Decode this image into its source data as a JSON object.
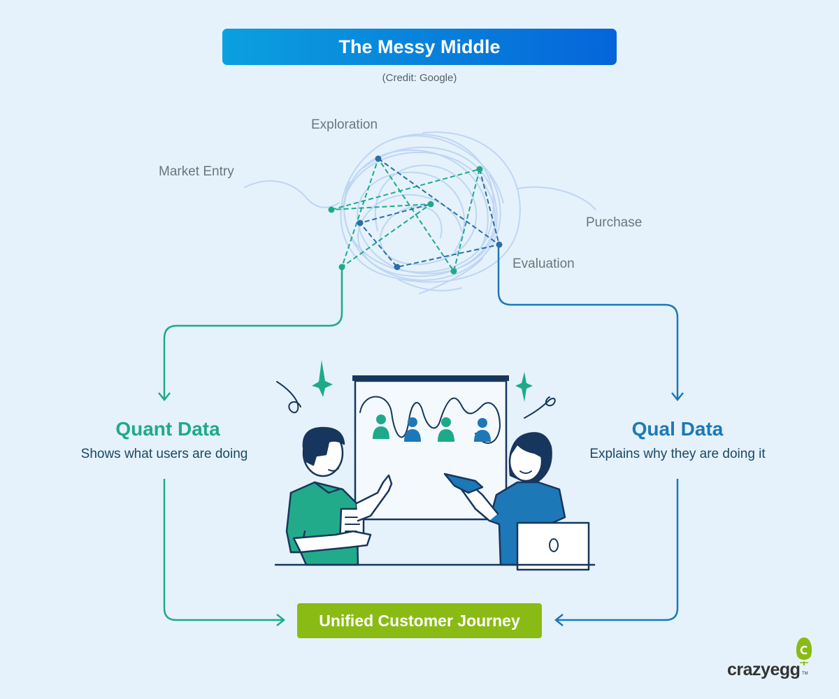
{
  "title": "The Messy Middle",
  "credit": "(Credit: Google)",
  "stages": {
    "market_entry": "Market Entry",
    "exploration": "Exploration",
    "purchase": "Purchase",
    "evaluation": "Evaluation"
  },
  "quant": {
    "title": "Quant Data",
    "subtitle": "Shows what users are doing"
  },
  "qual": {
    "title": "Qual Data",
    "subtitle": "Explains why they are doing it"
  },
  "result": "Unified Customer Journey",
  "brand": "crazyegg",
  "brand_tm": "TM",
  "colors": {
    "background": "#e5f2fb",
    "title_gradient_start": "#0ba0de",
    "title_gradient_end": "#0565d9",
    "quant_green": "#1eaa8a",
    "qual_blue": "#1c78b7",
    "result_green": "#8abb14"
  }
}
